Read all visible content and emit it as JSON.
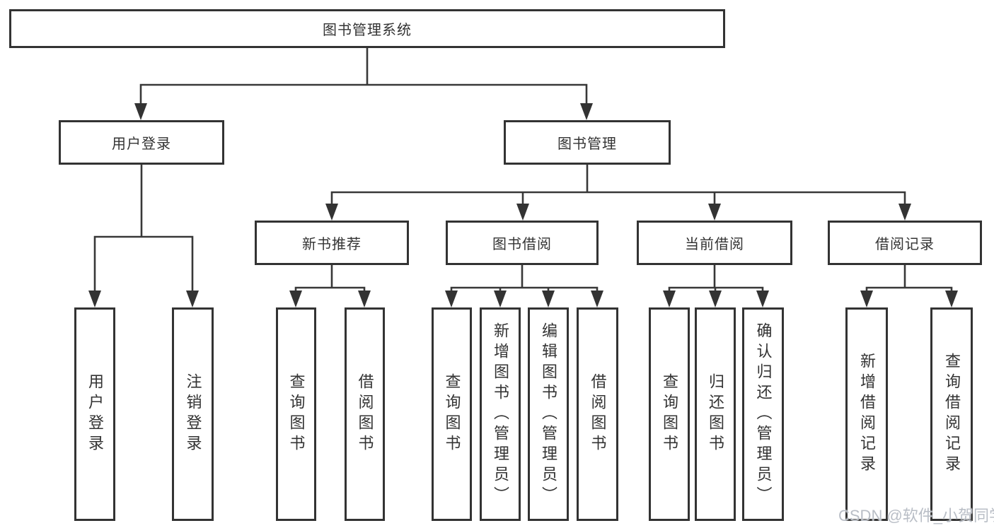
{
  "tree": {
    "root": {
      "label": "图书管理系统"
    },
    "branches": [
      {
        "label": "用户登录",
        "children": [
          {
            "label": "用户登录"
          },
          {
            "label": "注销登录"
          }
        ]
      },
      {
        "label": "图书管理",
        "children": [
          {
            "label": "新书推荐",
            "children": [
              {
                "label": "查询图书"
              },
              {
                "label": "借阅图书"
              }
            ]
          },
          {
            "label": "图书借阅",
            "children": [
              {
                "label": "查询图书"
              },
              {
                "label": "新增图书（管理员）"
              },
              {
                "label": "编辑图书（管理员）"
              },
              {
                "label": "借阅图书"
              }
            ]
          },
          {
            "label": "当前借阅",
            "children": [
              {
                "label": "查询图书"
              },
              {
                "label": "归还图书"
              },
              {
                "label": "确认归还（管理员）"
              }
            ]
          },
          {
            "label": "借阅记录",
            "children": [
              {
                "label": "新增借阅记录"
              },
              {
                "label": "查询借阅记录"
              }
            ]
          }
        ]
      }
    ]
  },
  "watermark": {
    "text": "CSDN @软件_小贺同学"
  },
  "colors": {
    "line": "#383838",
    "box_border": "#333333",
    "text": "#333333",
    "watermark": "#b9bec6",
    "background": "#ffffff"
  }
}
